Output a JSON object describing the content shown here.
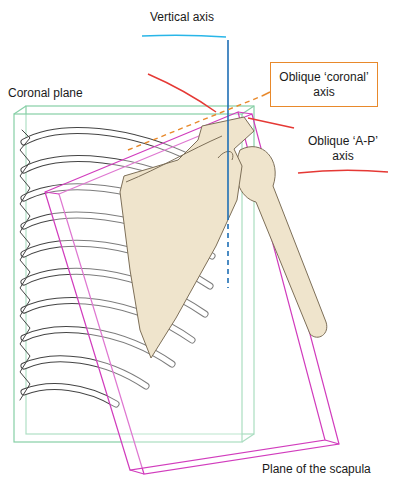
{
  "diagram": {
    "nodes": [
      {
        "text": [
          "Oblique ‘coronal’ axis"
        ]
      }
    ],
    "labels": [
      "Vertical axis",
      "Coronal plane",
      "Oblique ‘A-P’ axis",
      "Plane of the scapula"
    ]
  }
}
